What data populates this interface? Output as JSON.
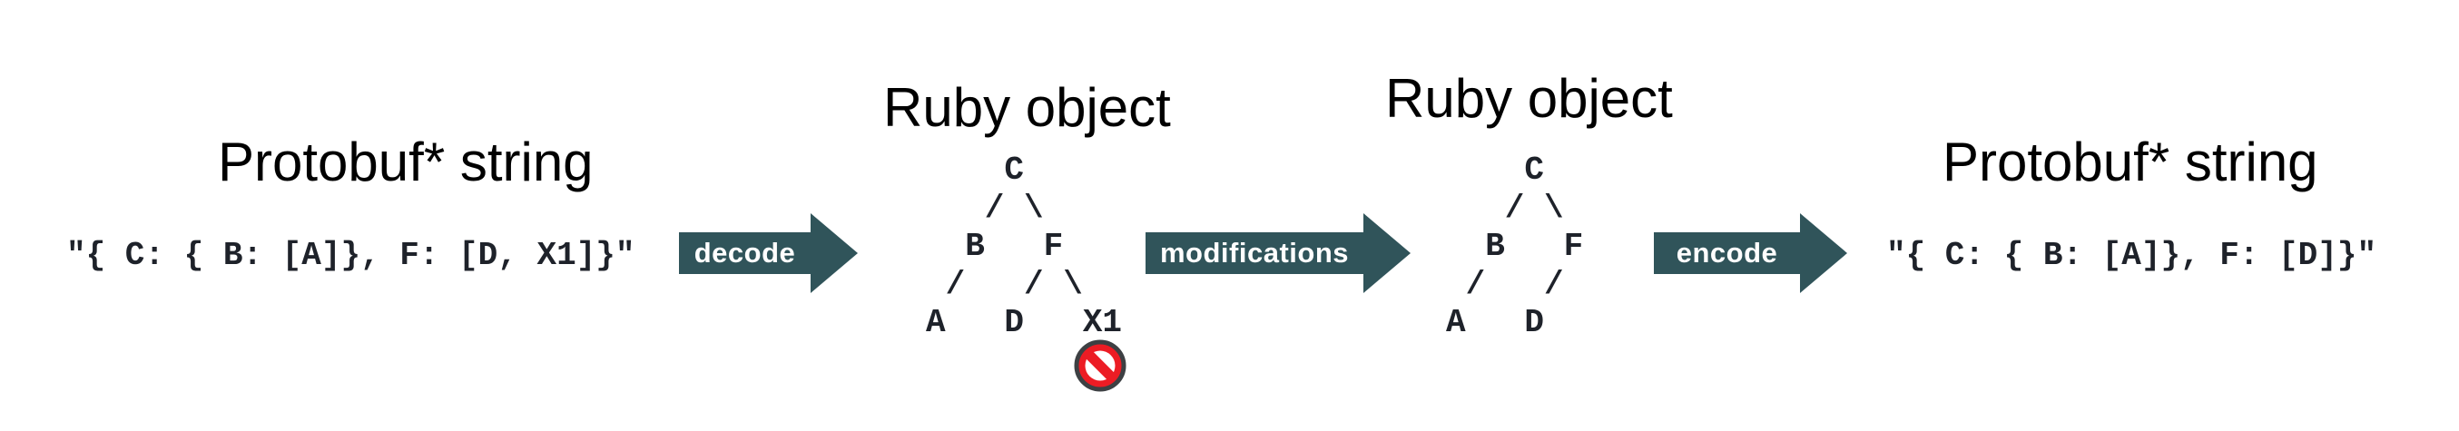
{
  "stages": {
    "s1": {
      "title": "Protobuf* string",
      "code": "\"{ C: { B: [A]}, F: [D, X1]}\""
    },
    "s2": {
      "title": "Ruby object",
      "tree": "    C\n   / \\\n  B   F\n /   / \\\nA   D   X1",
      "nodes": [
        "C",
        "B",
        "F",
        "A",
        "D",
        "X1"
      ],
      "removed_node": "X1"
    },
    "s3": {
      "title": "Ruby object",
      "tree": "    C\n   / \\\n  B   F\n /   /\nA   D",
      "nodes": [
        "C",
        "B",
        "F",
        "A",
        "D"
      ]
    },
    "s4": {
      "title": "Protobuf* string",
      "code": "\"{ C: { B: [A]}, F: [D]}\""
    }
  },
  "arrows": {
    "decode": {
      "label": "decode"
    },
    "modifications": {
      "label": "modifications"
    },
    "encode": {
      "label": "encode"
    }
  },
  "icons": {
    "prohibited": "no-entry-icon"
  },
  "colors": {
    "arrow_teal": "#30545a",
    "arrow_label_text": "#ffffff",
    "prohibited_red": "#ec1c24",
    "prohibited_ring": "#3d4043",
    "title_text": "#000000",
    "code_text": "#1e222a",
    "background": "#ffffff"
  }
}
